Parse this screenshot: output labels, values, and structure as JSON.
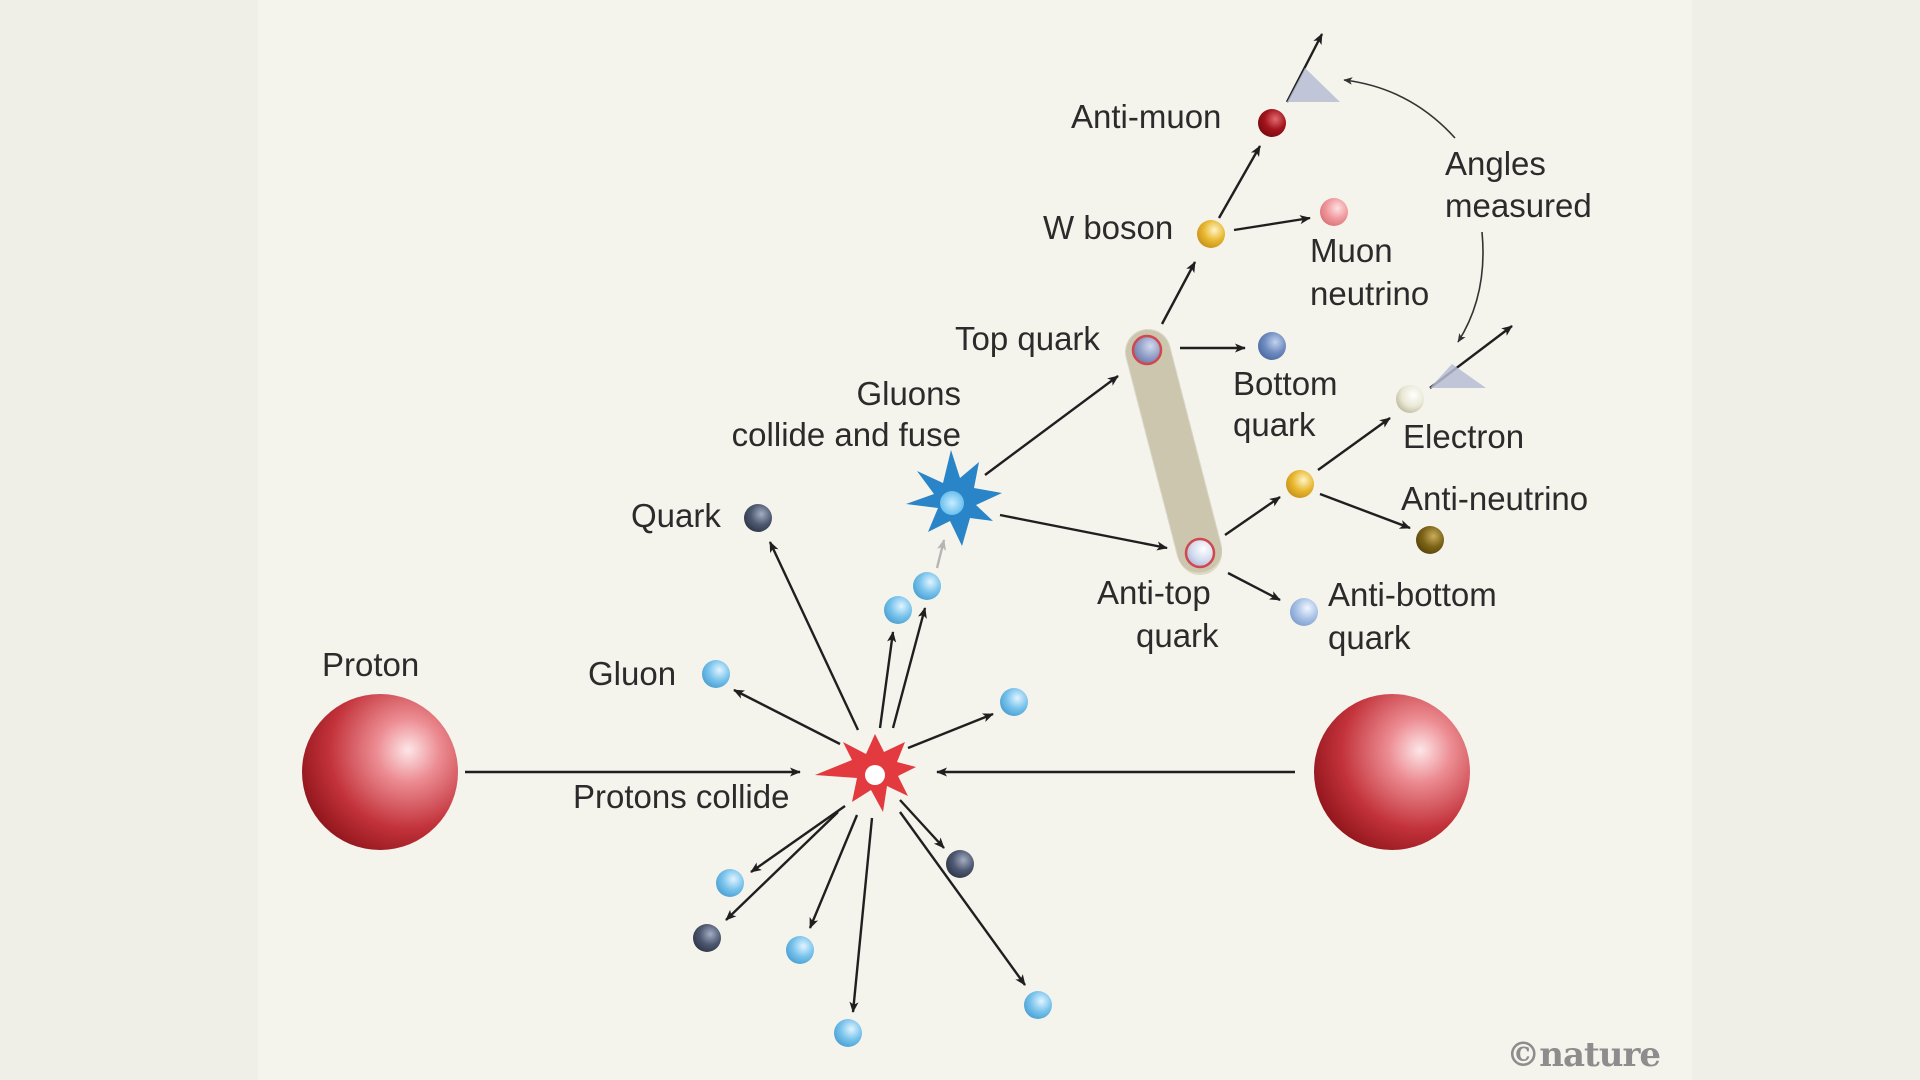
{
  "labels": {
    "proton": "Proton",
    "protons_collide": "Protons collide",
    "gluon": "Gluon",
    "quark": "Quark",
    "gluons_fuse_1": "Gluons",
    "gluons_fuse_2": "collide and fuse",
    "top_quark": "Top quark",
    "anti_top_1": "Anti-top",
    "anti_top_2": "quark",
    "w_boson": "W boson",
    "anti_muon": "Anti-muon",
    "muon_neutrino_1": "Muon",
    "muon_neutrino_2": "neutrino",
    "bottom_quark_1": "Bottom",
    "bottom_quark_2": "quark",
    "electron": "Electron",
    "anti_neutrino": "Anti-neutrino",
    "anti_bottom_1": "Anti-bottom",
    "anti_bottom_2": "quark",
    "angles_1": "Angles",
    "angles_2": "measured"
  },
  "credit": "©nature",
  "colors": {
    "background": "#f0efe7",
    "panel": "#f4f3ec",
    "proton": "#c3323a",
    "gluon": "#78c3ec",
    "quark": "#4d5870",
    "w_boson": "#e8b830",
    "anti_muon": "#a3141c",
    "muon_neutrino": "#f09a9e",
    "bottom_quark": "#6f8cc0",
    "anti_bottom_quark": "#a9c3e6",
    "electron": "#e9e7d4",
    "anti_neutrino": "#7d6418",
    "top_pair_band": "#ddd9c2",
    "collision_burst": "#e23a3e",
    "fusion_burst": "#2a84c8",
    "angle_marker": "#b6bcd4"
  }
}
